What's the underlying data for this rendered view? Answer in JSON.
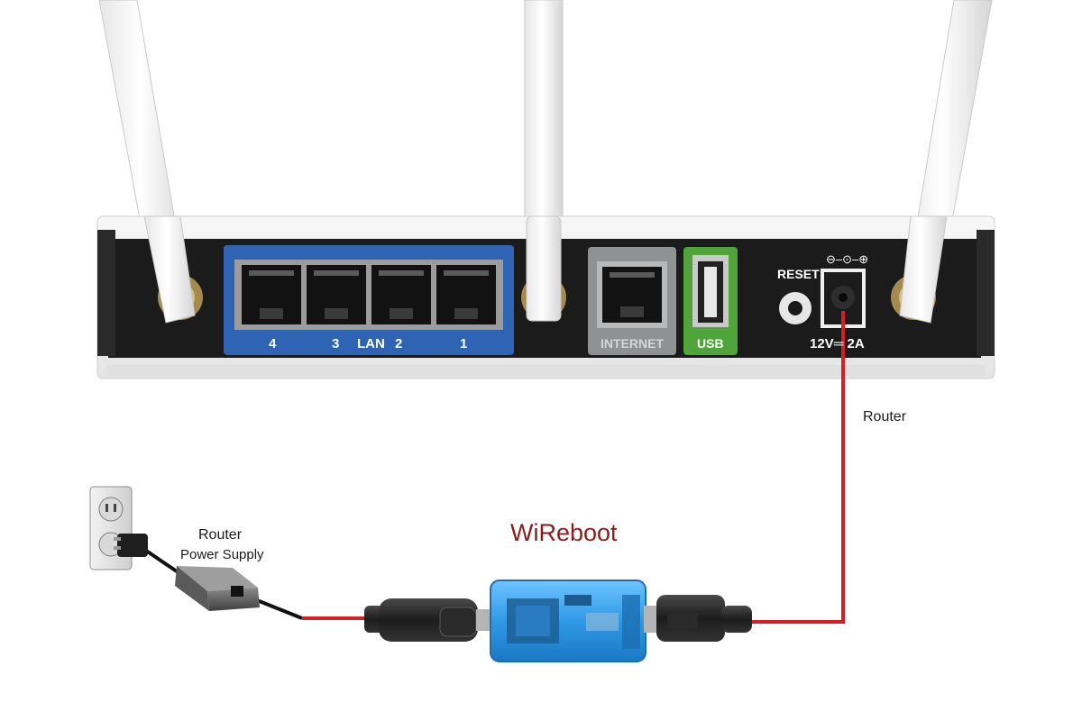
{
  "router": {
    "lan_group_label": "LAN",
    "lan_ports": [
      "4",
      "3",
      "2",
      "1"
    ],
    "internet_label": "INTERNET",
    "usb_label": "USB",
    "reset_label": "RESET",
    "power_rating": "12V═ 2A",
    "polarity_symbol": "⊖–⊙–⊕"
  },
  "diagram": {
    "router_cable_label": "Router",
    "supply_label_line1": "Router",
    "supply_label_line2": "Power Supply",
    "device_title": "WiReboot"
  },
  "colors": {
    "cable_red": "#d51f26",
    "lan_blue": "#2f63b4",
    "internet_grey": "#8f9193",
    "usb_green": "#4fa53a",
    "device_blue": "#3ea6ee",
    "title_red": "#8c1b1b"
  }
}
